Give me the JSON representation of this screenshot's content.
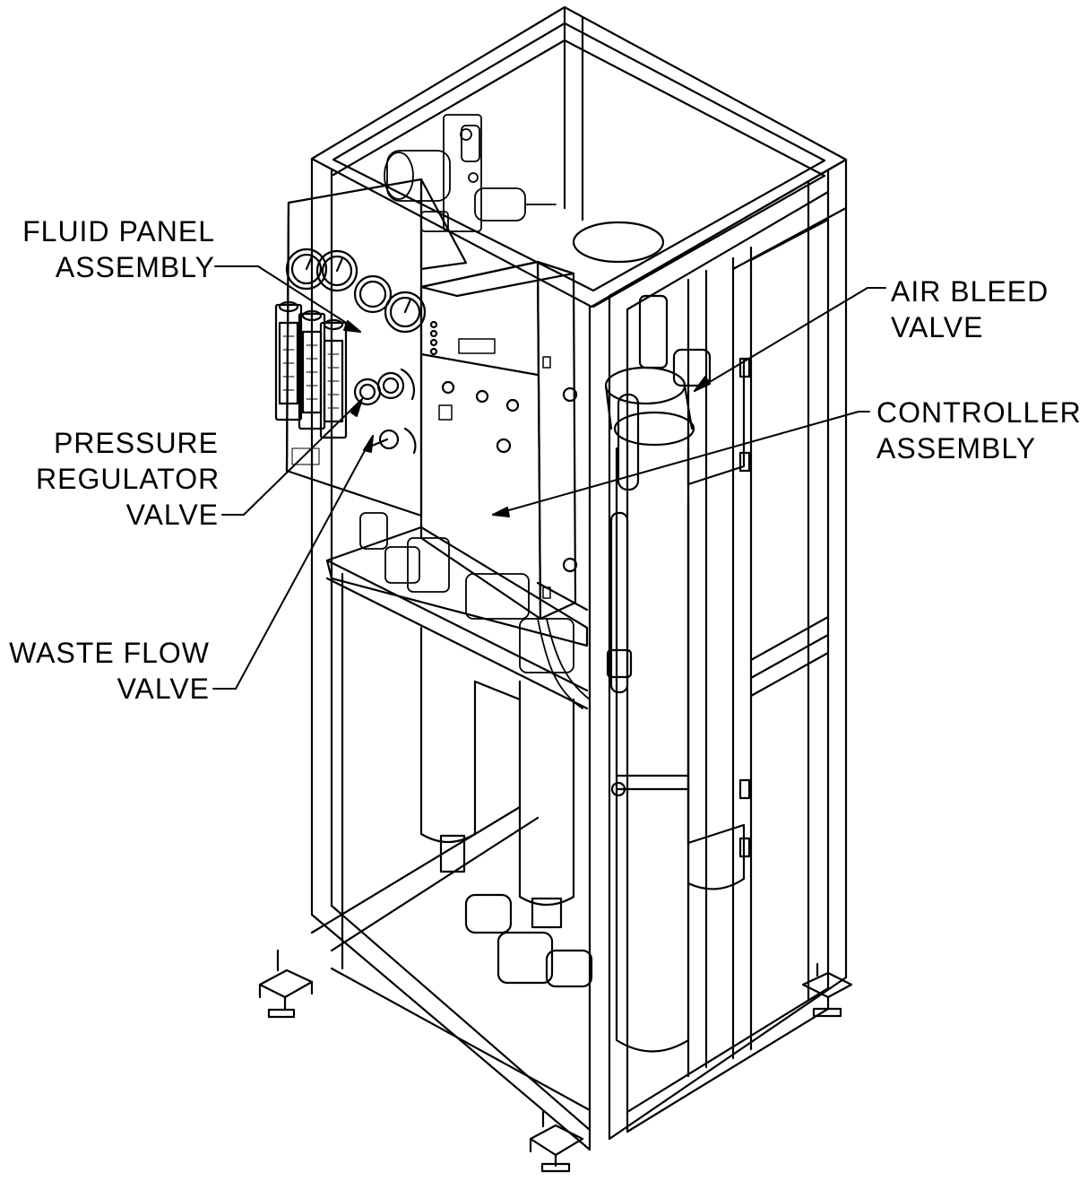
{
  "diagram": {
    "callouts": {
      "fluid_panel": {
        "line1": "FLUID PANEL",
        "line2": "ASSEMBLY"
      },
      "air_bleed": {
        "line1": "AIR BLEED",
        "line2": "VALVE"
      },
      "controller": {
        "line1": "CONTROLLER",
        "line2": "ASSEMBLY"
      },
      "pressure_regulator": {
        "line1": "PRESSURE",
        "line2": "REGULATOR",
        "line3": "VALVE"
      },
      "waste_flow": {
        "line1": "WASTE FLOW",
        "line2": "VALVE"
      }
    },
    "line_color": "#000000",
    "background": "#ffffff"
  }
}
